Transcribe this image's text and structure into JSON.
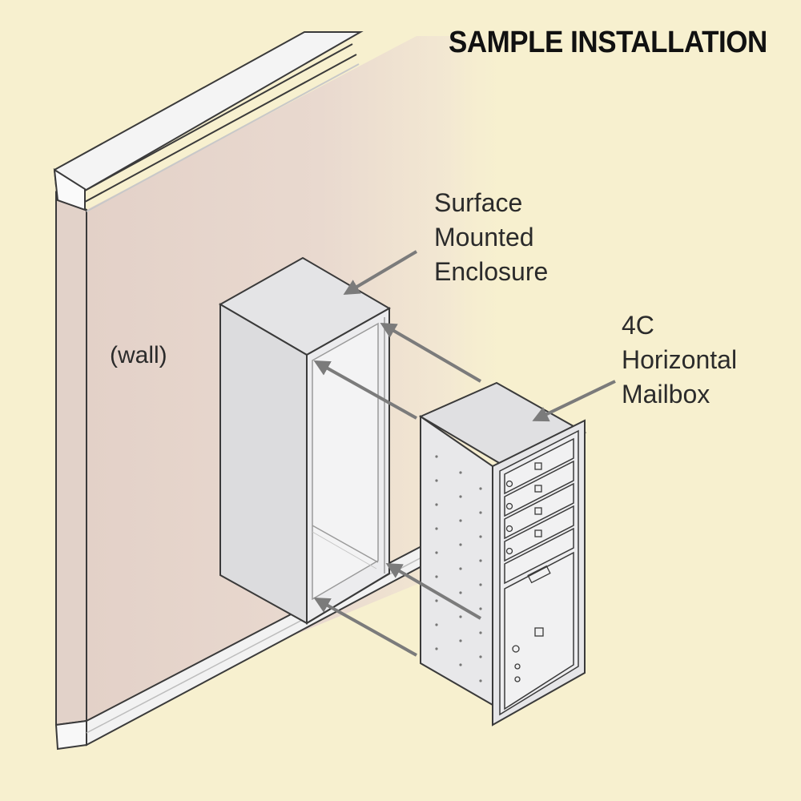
{
  "title": "SAMPLE INSTALLATION",
  "labels": {
    "enclosure": [
      "Surface",
      "Mounted",
      "Enclosure"
    ],
    "mailbox": [
      "4C",
      "Horizontal",
      "Mailbox"
    ],
    "wall": "(wall)"
  },
  "colors": {
    "background": "#f7f0cf",
    "wall": "#e8d8cf",
    "metal": "#e6e6e8",
    "outline": "#3a3a3a",
    "arrow": "#7b7b7b"
  }
}
